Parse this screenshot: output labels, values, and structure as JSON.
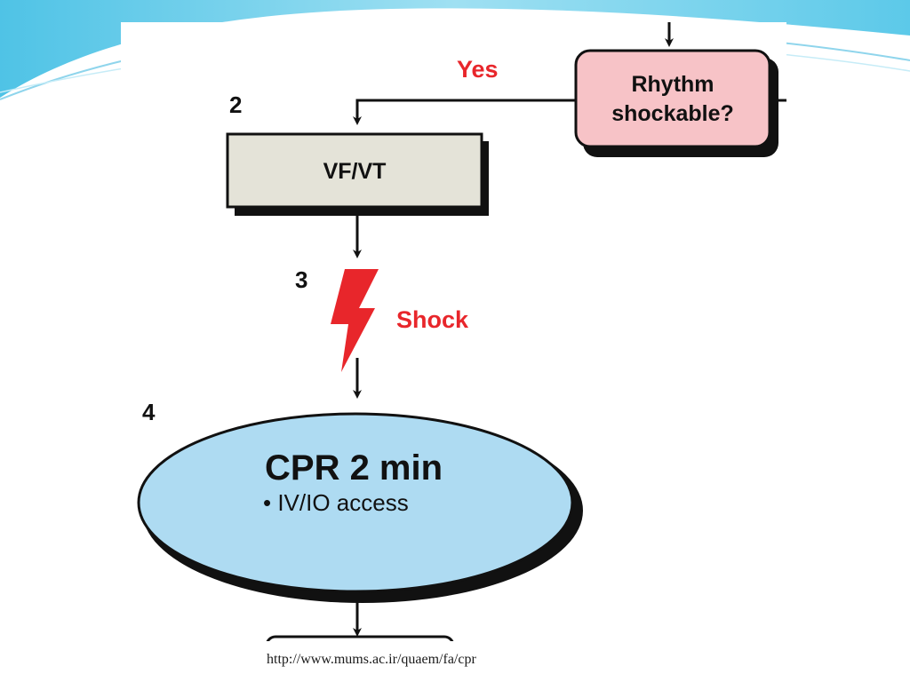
{
  "flowchart": {
    "decision": {
      "label_line1": "Rhythm",
      "label_line2": "shockable?"
    },
    "yes_label": "Yes",
    "step2": {
      "number": "2",
      "label": "VF/VT"
    },
    "step3": {
      "number": "3",
      "label": "Shock"
    },
    "step4": {
      "number": "4",
      "title": "CPR 2 min",
      "bullet": "• IV/IO access"
    }
  },
  "footer": {
    "source_url": "http://www.mums.ac.ir/quaem/fa/cpr"
  },
  "colors": {
    "decision_fill": "#f7c3c7",
    "process_fill": "#e4e3d8",
    "ellipse_fill": "#aedbf2",
    "accent_red": "#e8262b",
    "theme_blue": "#5fc8e8"
  }
}
